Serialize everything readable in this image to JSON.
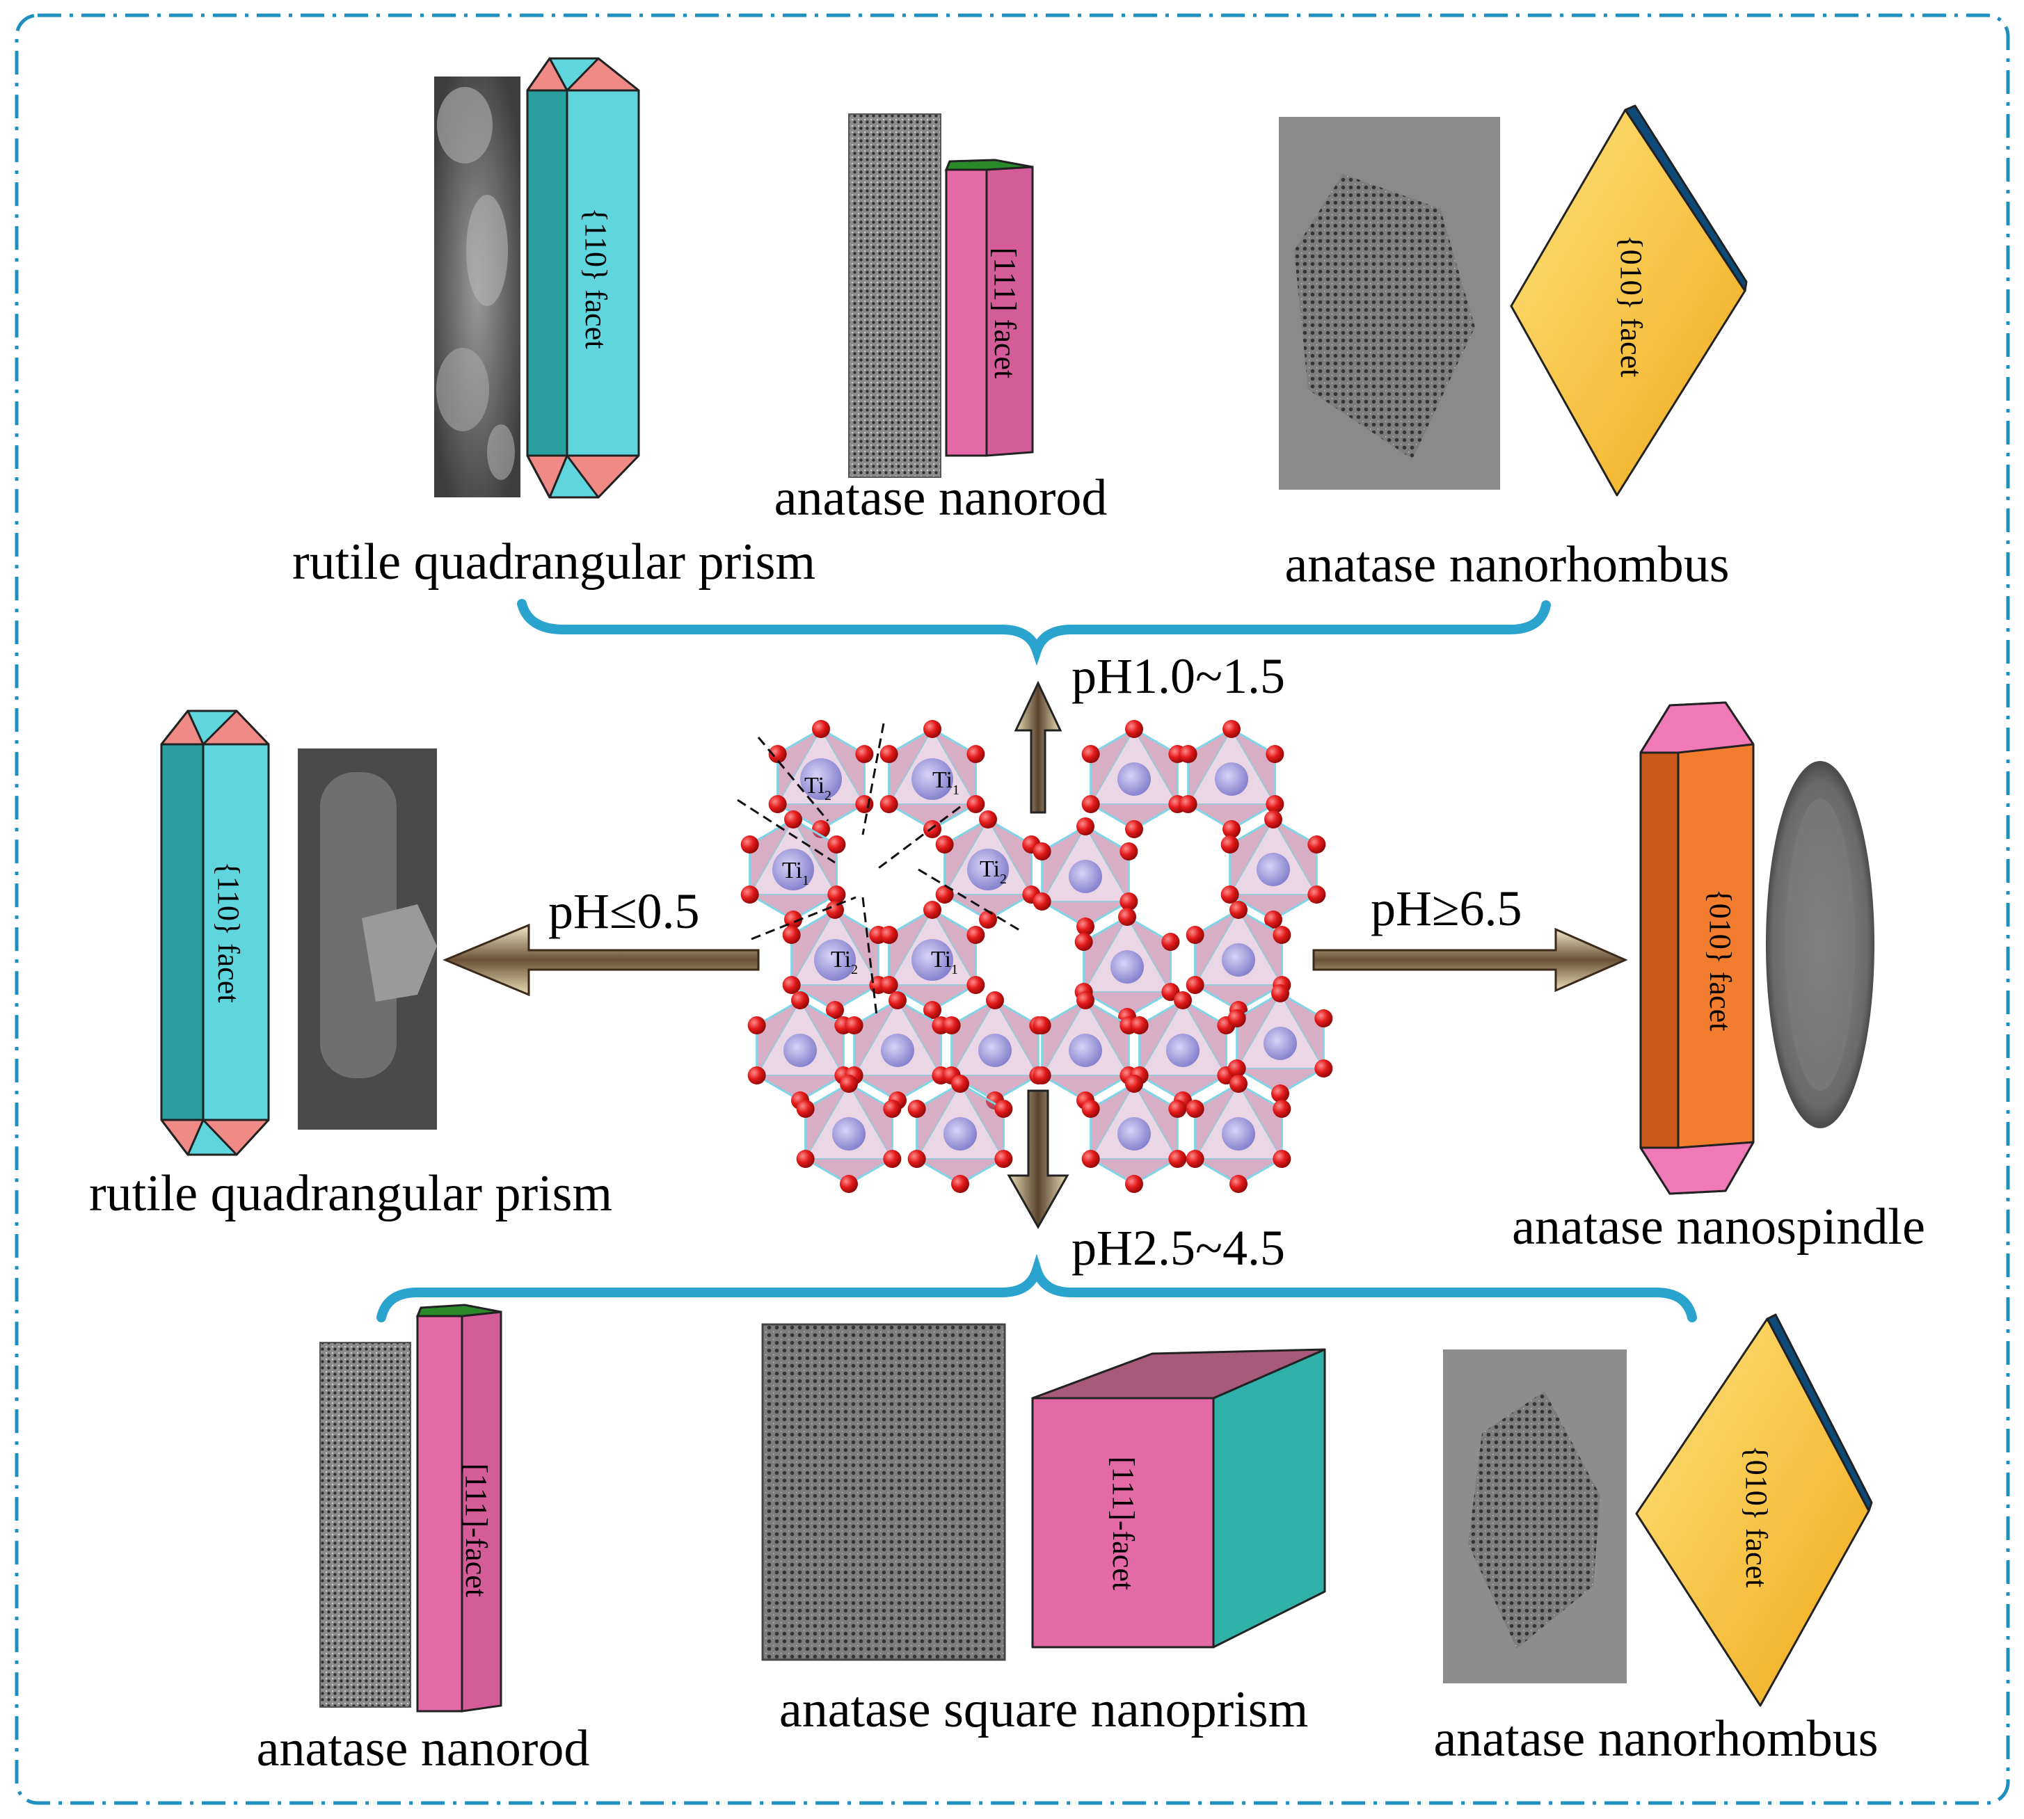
{
  "colors": {
    "frame": "#1f8fbf",
    "brace": "#2aa3cf",
    "rutile_face_light": "#5fd6dd",
    "rutile_face_dark": "#2a9f9f",
    "rutile_cap": "#f08a86",
    "nanorod_face": "#e36aa6",
    "nanorod_top": "#2a8a2a",
    "rhombus_face": "#f7c02e",
    "rhombus_edge": "#0e4a78",
    "spindle_face": "#f27d2e",
    "spindle_cap": "#f079b8",
    "cube_right": "#2fb0a8",
    "cube_top": "#a85a7a",
    "octahedron": "#b86b95",
    "oxygen": "#e31b1b",
    "titanium": "#7b76c8"
  },
  "icons": [
    "sem-micrograph",
    "tem-lattice-image",
    "crystal-structure",
    "arrow-icon",
    "brace-icon"
  ],
  "structure": {
    "ti_labels": [
      {
        "base": "Ti",
        "sub": "2"
      },
      {
        "base": "Ti",
        "sub": "1"
      },
      {
        "base": "Ti",
        "sub": "1"
      },
      {
        "base": "Ti",
        "sub": "2"
      },
      {
        "base": "Ti",
        "sub": "2"
      },
      {
        "base": "Ti",
        "sub": "1"
      }
    ]
  },
  "arrows": {
    "up": "pH1.0~1.5",
    "left": "pH≤0.5",
    "right": "pH≥6.5",
    "down": "pH2.5~4.5"
  },
  "top": {
    "rutile": {
      "facet": "{110} facet",
      "caption": "rutile quadrangular prism"
    },
    "nanorod": {
      "facet": "[111] facet",
      "caption": "anatase nanorod"
    },
    "rhombus": {
      "facet": "{010} facet",
      "caption": "anatase nanorhombus"
    }
  },
  "left": {
    "facet": "{110} facet",
    "caption": "rutile quadrangular prism"
  },
  "right": {
    "facet": "{010} facet",
    "caption": "anatase nanospindle"
  },
  "bottom": {
    "nanorod": {
      "facet": "[111]-facet",
      "caption": "anatase nanorod"
    },
    "prism": {
      "facet": "[111]-facet",
      "caption": "anatase square nanoprism"
    },
    "rhombus": {
      "facet": "{010} facet",
      "caption": "anatase nanorhombus"
    }
  }
}
